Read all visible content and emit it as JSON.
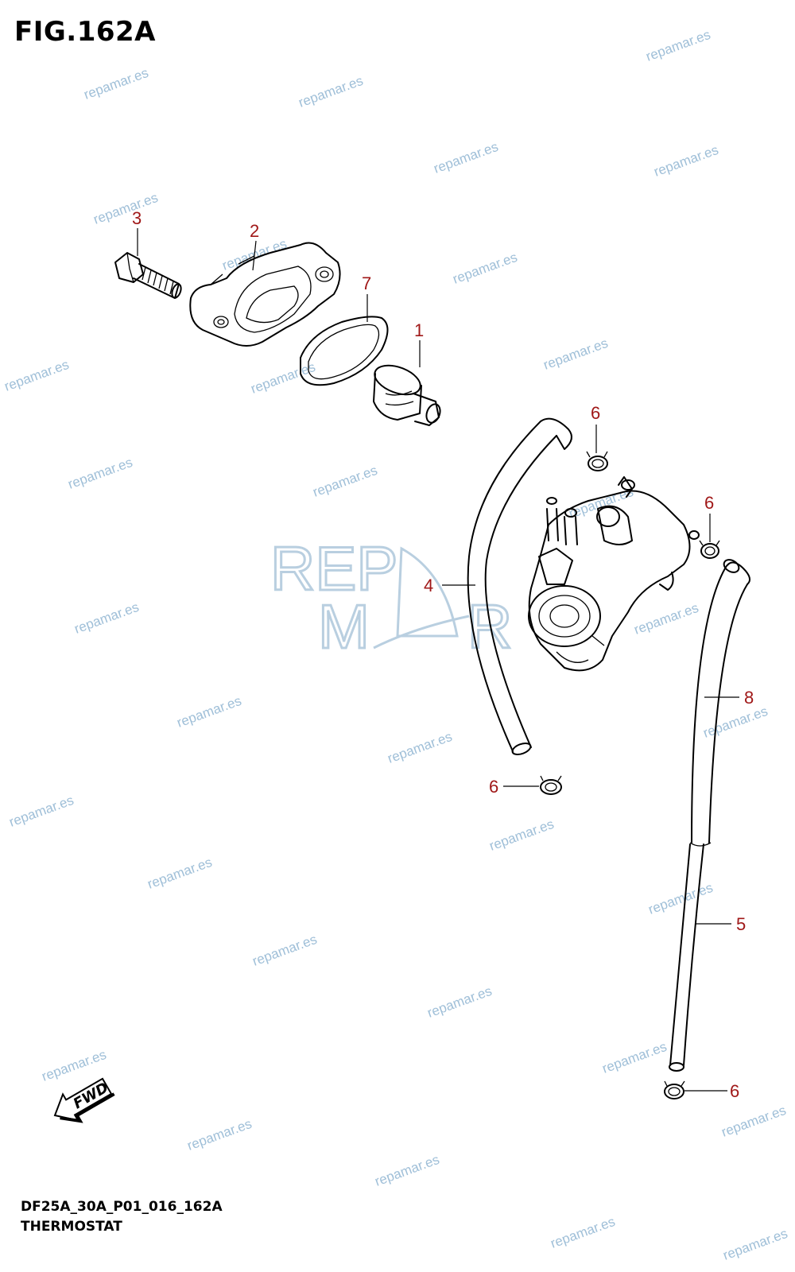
{
  "figure": {
    "title": "FIG.162A",
    "code": "DF25A_30A_P01_016_162A",
    "name": "THERMOSTAT"
  },
  "watermark": {
    "text": "repamar.es",
    "logo_top": "REP",
    "logo_bottom_left": "M",
    "logo_bottom_right": "R"
  },
  "fwd_label": "FWD",
  "callouts": {
    "c1": "1",
    "c2": "2",
    "c3": "3",
    "c4": "4",
    "c5": "5",
    "c6a": "6",
    "c6b": "6",
    "c6c": "6",
    "c6d": "6",
    "c7": "7",
    "c8": "8"
  },
  "colors": {
    "callout": "#a01818",
    "watermark": "#9fbfd8"
  }
}
